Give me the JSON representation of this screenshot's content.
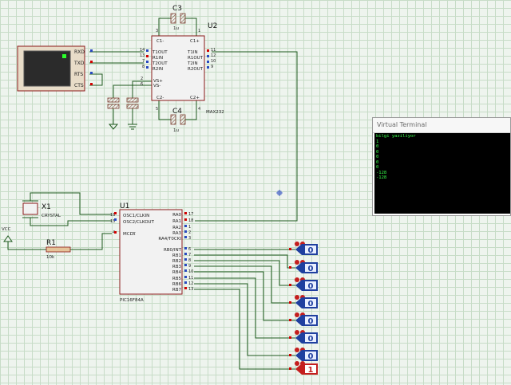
{
  "virtual_terminal": {
    "title": "Virtual Terminal",
    "lines": [
      "bilgi yaziliyor",
      "1",
      "0",
      "0",
      "0",
      "0",
      "0",
      "-128",
      "-128"
    ]
  },
  "serial_monitor": {
    "pins": [
      "RXD",
      "TXD",
      "RTS",
      "CTS"
    ]
  },
  "u2": {
    "ref": "U2",
    "part": "MAX232",
    "left_pins": [
      {
        "num": "14",
        "name": "T1OUT"
      },
      {
        "num": "13",
        "name": "R1IN"
      },
      {
        "num": "7",
        "name": "T2OUT"
      },
      {
        "num": "8",
        "name": "R2IN"
      }
    ],
    "right_pins": [
      {
        "num": "11",
        "name": "T1IN"
      },
      {
        "num": "12",
        "name": "R1OUT"
      },
      {
        "num": "10",
        "name": "T2IN"
      },
      {
        "num": "9",
        "name": "R2OUT"
      }
    ],
    "top_labels": {
      "c1m": "C1-",
      "c1p": "C1+",
      "c2m": "C2-",
      "c2p": "C2+",
      "vsp": "VS+",
      "vsm": "VS-"
    },
    "pin_numbers": {
      "c1m": "3",
      "c1p": "1",
      "c2m": "5",
      "c2p": "4",
      "vsp": "2",
      "vsm": "6"
    }
  },
  "c3": {
    "ref": "C3",
    "value": "1u"
  },
  "c4": {
    "ref": "C4",
    "value": "1u"
  },
  "u1": {
    "ref": "U1",
    "part": "PIC16F84A",
    "left_pins": [
      {
        "num": "16",
        "name": "OSC1/CLKIN"
      },
      {
        "num": "15",
        "name": "OSC2/CLKOUT"
      },
      {
        "num": "4",
        "name": "MCLR"
      }
    ],
    "right_pins": [
      {
        "num": "17",
        "name": "RA0"
      },
      {
        "num": "18",
        "name": "RA1"
      },
      {
        "num": "1",
        "name": "RA2"
      },
      {
        "num": "2",
        "name": "RA3"
      },
      {
        "num": "3",
        "name": "RA4/T0CKI"
      },
      {
        "num": "6",
        "name": "RB0/INT"
      },
      {
        "num": "7",
        "name": "RB1"
      },
      {
        "num": "8",
        "name": "RB2"
      },
      {
        "num": "9",
        "name": "RB3"
      },
      {
        "num": "10",
        "name": "RB4"
      },
      {
        "num": "11",
        "name": "RB5"
      },
      {
        "num": "12",
        "name": "RB6"
      },
      {
        "num": "13",
        "name": "RB7"
      }
    ]
  },
  "x1": {
    "ref": "X1",
    "value": "CRYSTAL"
  },
  "r1": {
    "ref": "R1",
    "value": "10k"
  },
  "vcc": {
    "label": "VCC"
  },
  "logic_probes": [
    "0",
    "0",
    "0",
    "0",
    "0",
    "0",
    "0",
    "1"
  ],
  "colors": {
    "wire": "#1e5a1e",
    "component": "#8b1a1a",
    "chip_fill": "#f2f2f2",
    "probe_low": "#1f3f9f",
    "probe_high": "#c41e1e",
    "pin_red": "#d10000",
    "pin_blue": "#2848c0",
    "grid_bg": "#eef4ee"
  }
}
